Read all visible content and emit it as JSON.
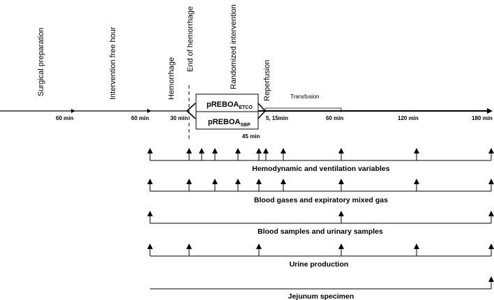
{
  "phases": [
    {
      "id": "surgical",
      "label": "Surgical preparation"
    },
    {
      "id": "free",
      "label": "Intervention free hour"
    },
    {
      "id": "hemorrhage",
      "label": "Hemorrhage"
    },
    {
      "id": "end_hem",
      "label": "End of hemorrhage"
    },
    {
      "id": "randomized",
      "label": "Randomized intervention"
    },
    {
      "id": "reperfusion",
      "label": "Reperfusion"
    }
  ],
  "timeline_labels": {
    "surgical_60": "60 min",
    "free_60": "60 min",
    "hem_30": "30 min",
    "int_45": "45 min",
    "rep_5_15": "5, 15min",
    "rep_60": "60 min",
    "rep_120": "120 min",
    "rep_180": "180 min"
  },
  "transfusion": "Transfusion",
  "arms": [
    {
      "main": "pREBOA",
      "sub": "ETCO"
    },
    {
      "main": "pREBOA",
      "sub": "SBP"
    }
  ],
  "tracks": [
    {
      "label": "Hemodynamic and ventilation variables"
    },
    {
      "label": "Blood gases and expiratory mixed gas"
    },
    {
      "label": "Blood samples and urinary samples"
    },
    {
      "label": "Urine production"
    },
    {
      "label": "Jejunum specimen"
    }
  ]
}
